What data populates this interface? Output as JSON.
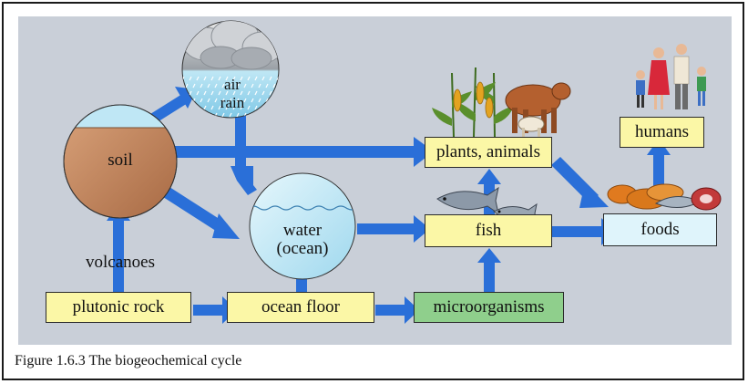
{
  "nodes": {
    "soil": "soil",
    "air_rain": [
      "air",
      "rain"
    ],
    "water_ocean": [
      "water",
      "(ocean)"
    ],
    "volcanoes": "volcanoes",
    "plutonic_rock": "plutonic rock",
    "ocean_floor": "ocean floor",
    "microorganisms": "microorganisms",
    "fish": "fish",
    "plants_animals": "plants, animals",
    "foods": "foods",
    "humans": "humans"
  },
  "caption": "Figure 1.6.3 The biogeochemical cycle",
  "colors": {
    "arrow": "#2a6fd8",
    "box_yellow": "#fbf7a6",
    "box_green": "#8fcf8c",
    "box_foods": "#dff4fb",
    "soil": "#c98d63",
    "water": "#bfe7f5",
    "panel": "#c9cfd8"
  }
}
